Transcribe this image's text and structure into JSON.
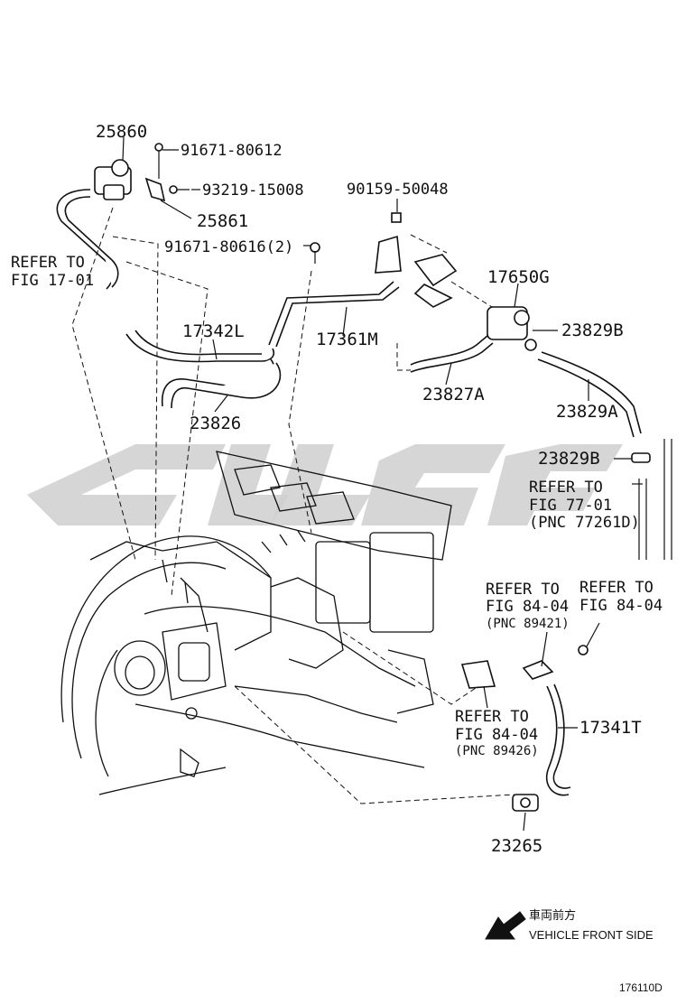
{
  "watermark": {
    "color": "#c8c8c8"
  },
  "callouts": {
    "p25860": "25860",
    "p91671_80612": "91671-80612",
    "p93219_15008": "93219-15008",
    "p25861": "25861",
    "p90159_50048": "90159-50048",
    "p91671_80616": "91671-80616(2)",
    "p17650G": "17650G",
    "p23829B_top": "23829B",
    "p17342L": "17342L",
    "p17361M": "17361M",
    "p23826": "23826",
    "p23827A": "23827A",
    "p23829A": "23829A",
    "p23829B_low": "23829B",
    "p17341T": "17341T",
    "p23265": "23265"
  },
  "references": {
    "fig17_01_line1": "REFER TO",
    "fig17_01_line2": "FIG 17-01",
    "fig77_01_line1": "REFER TO",
    "fig77_01_line2": "FIG 77-01",
    "fig77_01_pnc": "(PNC 77261D)",
    "fig84_04a_line1": "REFER TO",
    "fig84_04a_line2": "FIG 84-04",
    "fig84_04a_pnc": "(PNC 89421)",
    "fig84_04b_line1": "REFER TO",
    "fig84_04b_line2": "FIG 84-04",
    "fig84_04c_line1": "REFER TO",
    "fig84_04c_line2": "FIG 84-04",
    "fig84_04c_pnc": "(PNC 89426)"
  },
  "direction": {
    "japanese": "車両前方",
    "english": "VEHICLE FRONT SIDE"
  },
  "figure_id": "176110D"
}
